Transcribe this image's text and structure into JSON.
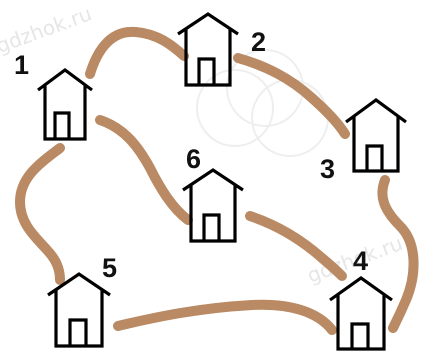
{
  "colors": {
    "road": "#b98a63",
    "outline": "#000000",
    "background": "#ffffff",
    "watermark": "#e6e6e6"
  },
  "houses": [
    {
      "id": "1",
      "label": "1"
    },
    {
      "id": "2",
      "label": "2"
    },
    {
      "id": "3",
      "label": "3"
    },
    {
      "id": "4",
      "label": "4"
    },
    {
      "id": "5",
      "label": "5"
    },
    {
      "id": "6",
      "label": "6"
    }
  ],
  "roads": [
    {
      "from": "1",
      "to": "2"
    },
    {
      "from": "2",
      "to": "3"
    },
    {
      "from": "3",
      "to": "4"
    },
    {
      "from": "1",
      "to": "5"
    },
    {
      "from": "1",
      "to": "6"
    },
    {
      "from": "6",
      "to": "4"
    },
    {
      "from": "5",
      "to": "4"
    }
  ],
  "watermarks": [
    "gdzhok.ru",
    "gdzhok.ru"
  ]
}
